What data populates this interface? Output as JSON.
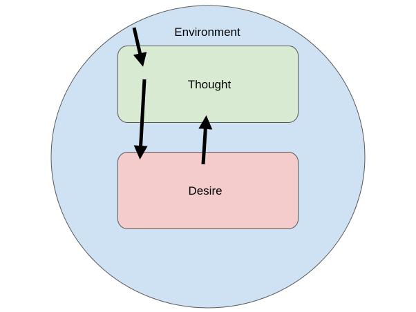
{
  "diagram": {
    "environment": {
      "label": "Environment",
      "fill": "#cfe2f3",
      "stroke": "#595959"
    },
    "nodes": [
      {
        "id": "thought",
        "label": "Thought",
        "fill": "#d9ead3",
        "stroke": "#595959"
      },
      {
        "id": "desire",
        "label": "Desire",
        "fill": "#f4cccc",
        "stroke": "#595959"
      }
    ],
    "edges": [
      {
        "from": "environment",
        "to": "thought",
        "direction": "down"
      },
      {
        "from": "thought",
        "to": "desire",
        "direction": "down"
      },
      {
        "from": "desire",
        "to": "thought",
        "direction": "up"
      }
    ],
    "arrow_color": "#000000"
  }
}
